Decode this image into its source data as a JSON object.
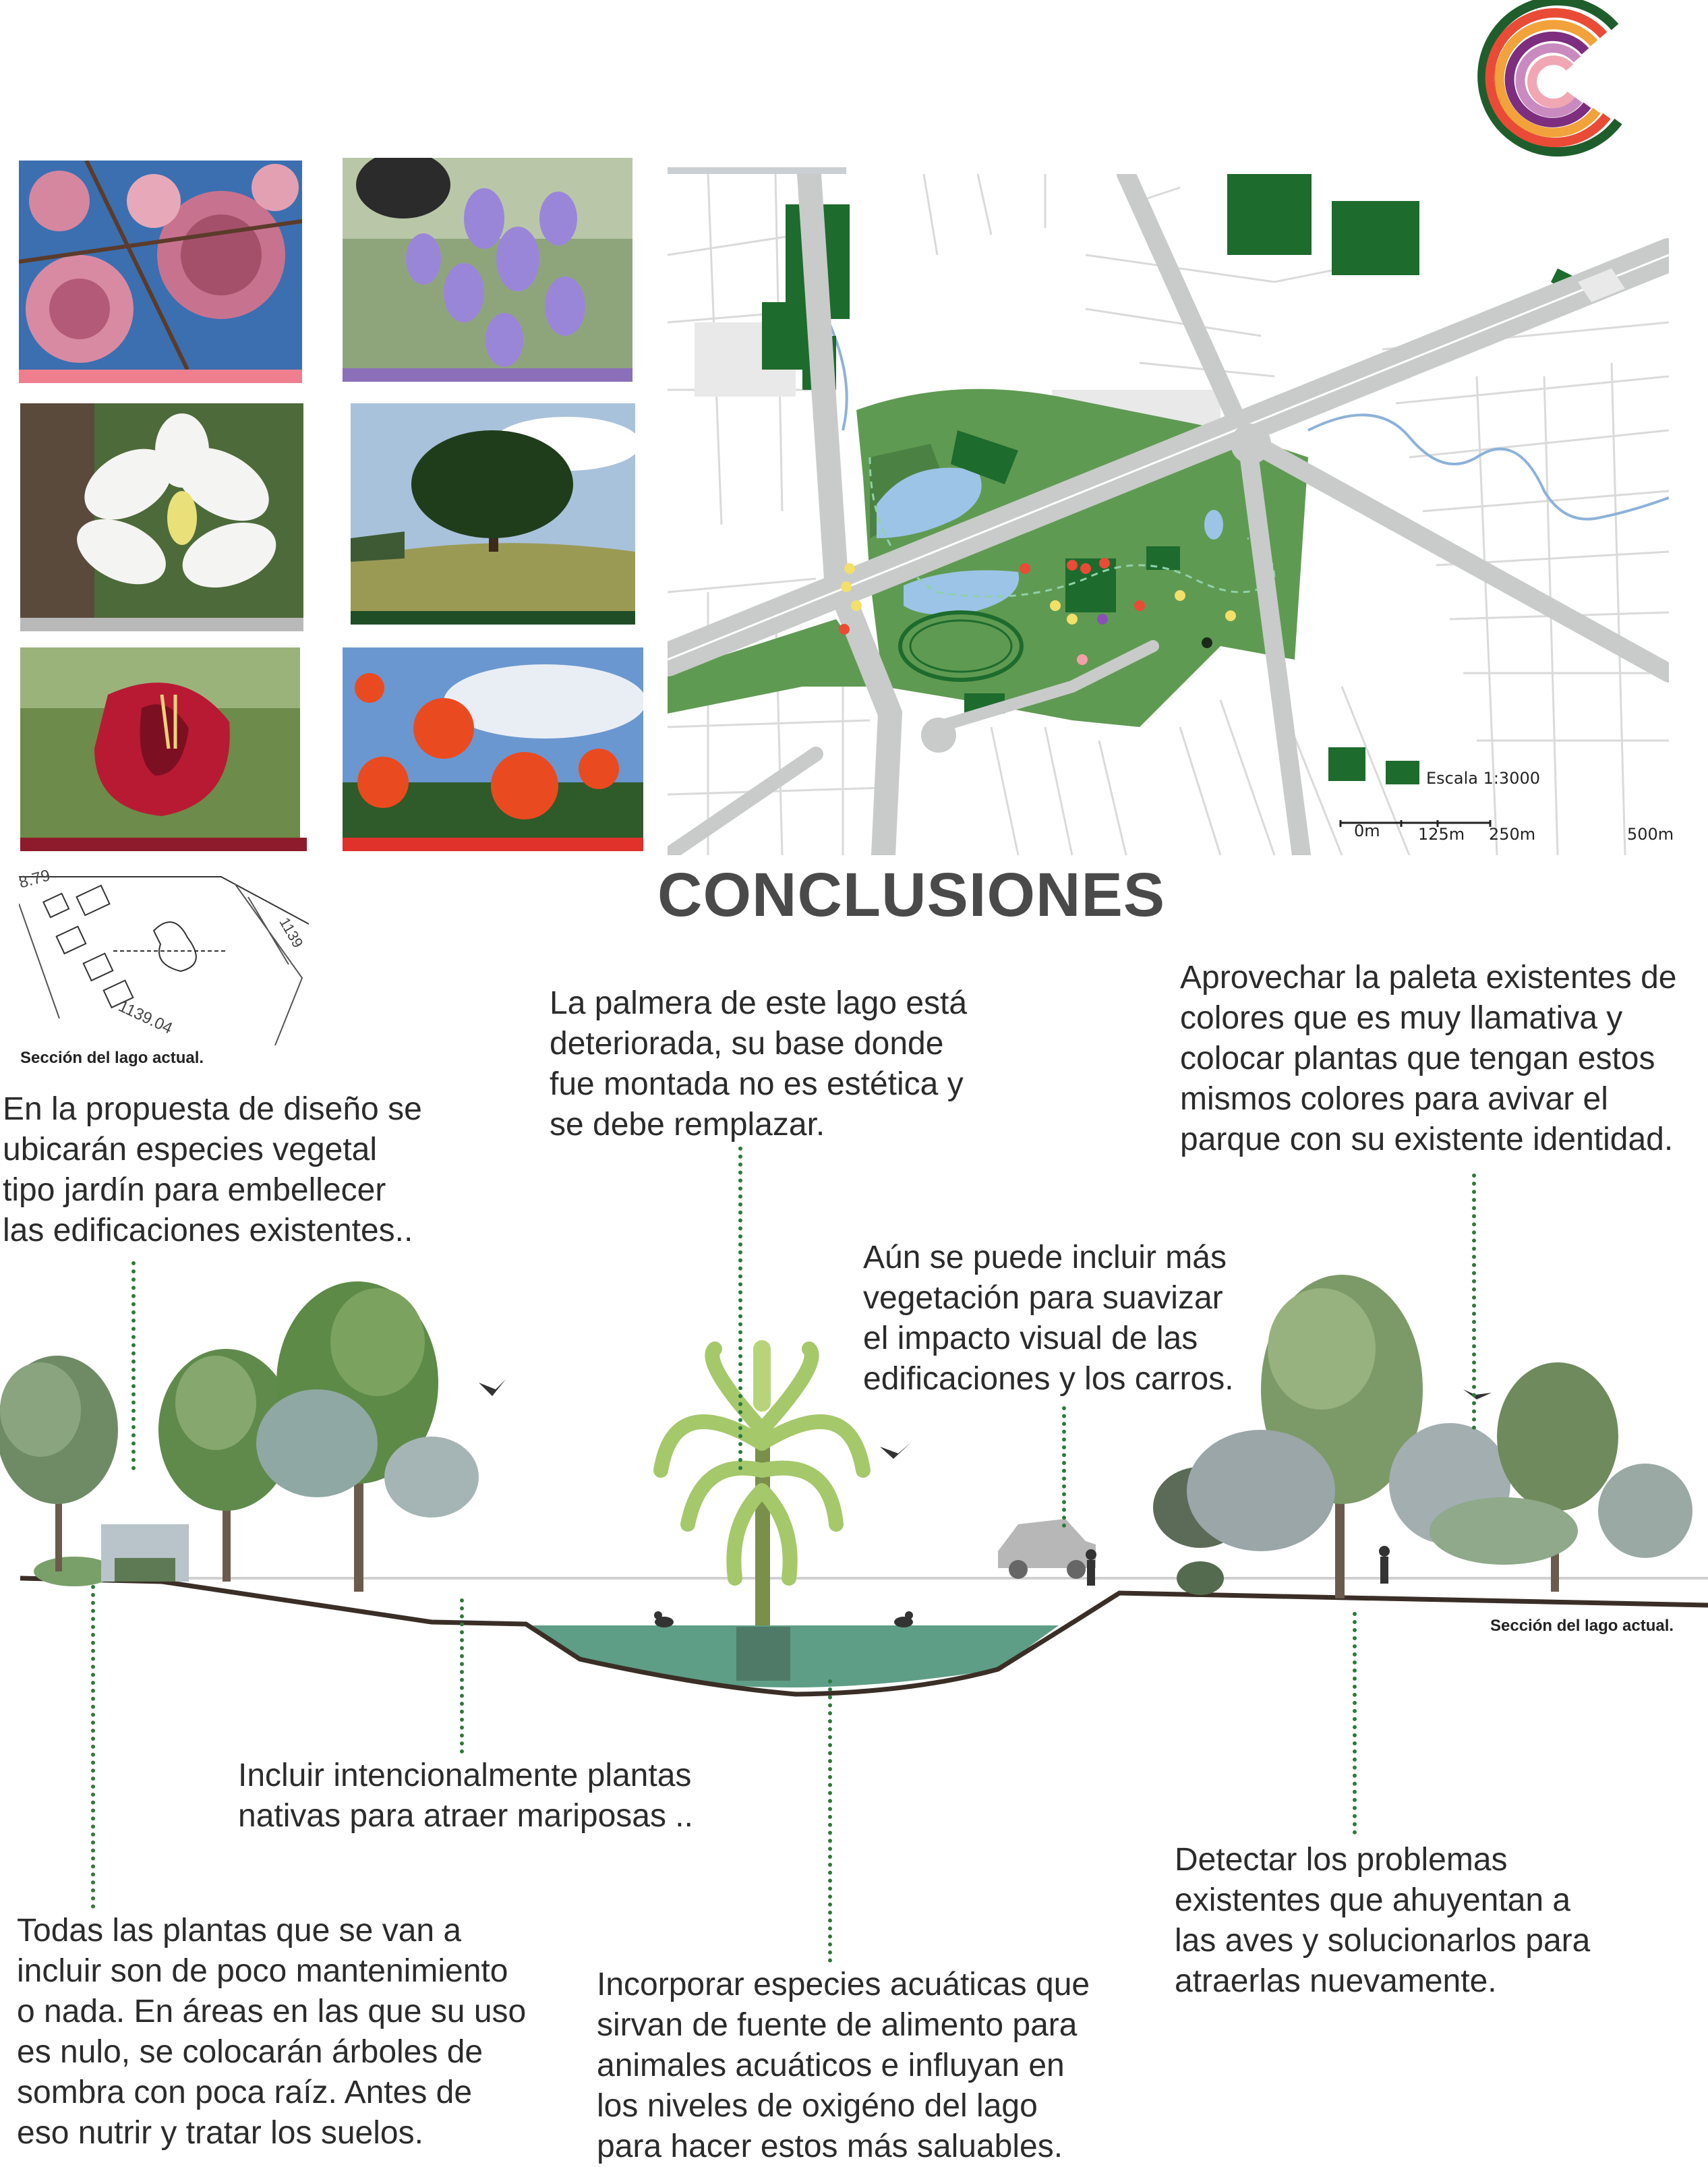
{
  "title": "CONCLUSIONES",
  "map": {
    "scale_label": "Escala 1:3000",
    "scale_ticks": [
      "0m",
      "125m",
      "250m",
      "500m"
    ]
  },
  "section_labels": {
    "plan": "Sección del lago actual.",
    "profile": "Sección del lago actual."
  },
  "plan_numbers": [
    "8.79",
    "1139.04",
    "1139"
  ],
  "notes": {
    "design_proposal": "En la propuesta de diseño se\nubicarán especies vegetal\ntipo jardín para embellecer\nlas edificaciones existentes..",
    "palm": "La palmera de este lago está\ndeteriorada, su base donde\nfue montada no es estética y\nse debe remplazar.",
    "palette": "Aprovechar la paleta existentes de\ncolores que es muy llamativa y\ncolocar plantas que tengan estos\nmismos colores para  avivar el\nparque con su existente identidad.",
    "vegetation": "Aún se puede incluir más\nvegetación para suavizar\nel impacto visual de las\nedificaciones y los carros.",
    "butterflies": "Incluir intencionalmente plantas\nnativas para atraer mariposas ..",
    "birds": "Detectar los problemas\nexistentes que ahuyentan  a\nlas aves y solucionarlos para\natraerlas nuevamente.",
    "maintenance": "Todas las plantas que se van a\nincluir son de poco mantenimiento\no nada. En áreas en las que su uso\nes nulo, se colocarán árboles de\nsombra con poca raíz. Antes de\neso nutrir  y tratar los suelos.",
    "aquatic": "Incorporar especies acuáticas  que\nsirvan de fuente de alimento para\nanimales acuáticos  e influyan en\nlos niveles de oxigéno del lago\npara hacer estos más saluables."
  },
  "colors": {
    "pink_band": "#ef7f8f",
    "purple_band": "#8b6fb8",
    "gray_band": "#b9b9b9",
    "darkgreen_band": "#1f4d26",
    "maroon_band": "#8e1b2b",
    "red_band": "#e0312b",
    "yellow_band": "#e9d66b",
    "park_green": "#5f9a52",
    "building_green": "#1d6b2d",
    "water": "#9cc4e6",
    "road": "#c8cbc9",
    "dotted_line": "#2d7a3a",
    "lake_water": "#5e9e86"
  },
  "icons": {
    "logo": "concentric-rainbow-c-logo",
    "bird": "bird-icon",
    "duck": "duck-icon",
    "car": "car-icon",
    "person": "person-icon"
  }
}
